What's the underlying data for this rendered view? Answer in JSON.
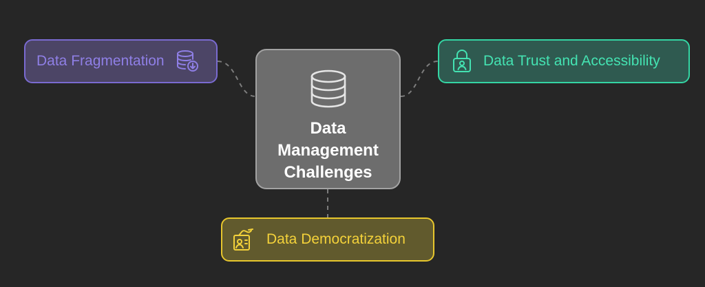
{
  "center": {
    "title_lines": [
      "Data",
      "Management",
      "Challenges"
    ],
    "icon": "database-icon"
  },
  "nodes": [
    {
      "id": "fragmentation",
      "label": "Data Fragmentation",
      "icon": "database-download-icon",
      "color": "#7a6bd1"
    },
    {
      "id": "trust",
      "label": "Data Trust and Accessibility",
      "icon": "lock-person-icon",
      "color": "#34d6a4"
    },
    {
      "id": "democratization",
      "label": "Data Democratization",
      "icon": "id-badge-icon",
      "color": "#e8c72d"
    }
  ]
}
